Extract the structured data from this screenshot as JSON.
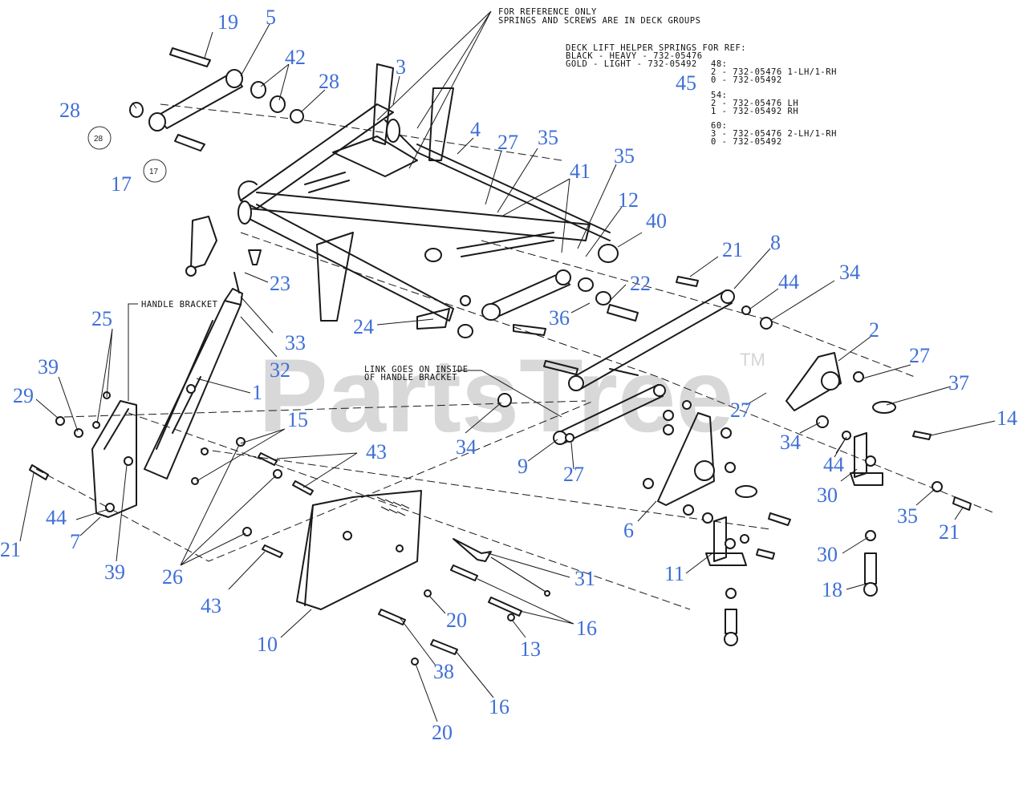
{
  "diagram": {
    "note_reference": [
      "FOR REFERENCE ONLY",
      "SPRINGS AND SCREWS ARE IN DECK GROUPS"
    ],
    "helper_springs": [
      "DECK LIFT HELPER SPRINGS FOR REF:",
      "BLACK - HEAVY - 732-05476",
      "GOLD - LIGHT - 732-05492"
    ],
    "spring_table": [
      "48:",
      "2 - 732-05476 1-LH/1-RH",
      "0 - 732-05492",
      "54:",
      "2 - 732-05476 LH",
      "1 - 732-05492 RH",
      "60:",
      "3 - 732-05476 2-LH/1-RH",
      "0 - 732-05492"
    ],
    "handle_bracket_label": "HANDLE BRACKET",
    "link_note": [
      "LINK GOES ON INSIDE",
      "OF HANDLE BRACKET"
    ],
    "watermark": "PartsTree",
    "trademark": "TM",
    "circled_refs": [
      "28",
      "17"
    ],
    "callouts": [
      "19",
      "5",
      "42",
      "3",
      "28",
      "28",
      "4",
      "27",
      "35",
      "17",
      "41",
      "35",
      "12",
      "40",
      "45",
      "21",
      "8",
      "23",
      "44",
      "34",
      "22",
      "36",
      "24",
      "33",
      "25",
      "32",
      "2",
      "27",
      "39",
      "1",
      "37",
      "29",
      "15",
      "27",
      "14",
      "34",
      "43",
      "34",
      "44",
      "27",
      "9",
      "30",
      "35",
      "21",
      "44",
      "7",
      "21",
      "39",
      "26",
      "43",
      "31",
      "6",
      "11",
      "30",
      "20",
      "16",
      "18",
      "13",
      "10",
      "38",
      "16",
      "20"
    ],
    "colors": {
      "callout": "#3f6fd6",
      "line": "#1a1a1a",
      "watermark": "#b9b9b9"
    }
  }
}
